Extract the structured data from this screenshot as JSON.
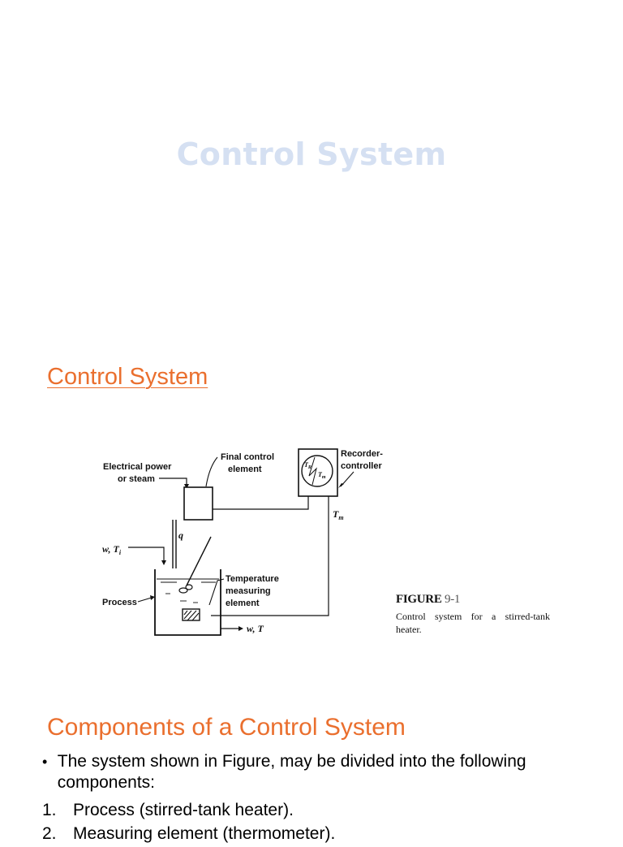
{
  "slide1": {
    "title": "Control System"
  },
  "slide2": {
    "title": "Control System",
    "diagram": {
      "power_label_line1": "Electrical power",
      "power_label_line2": "or steam",
      "final_label_line1": "Final control",
      "final_label_line2": "element",
      "recorder_label_line1": "Recorder-",
      "recorder_label_line2": "controller",
      "inlet_symbol": "w, T",
      "inlet_sub": "i",
      "q_symbol": "q",
      "process_label": "Process",
      "temp_label_line1": "Temperature",
      "temp_label_line2": "measuring",
      "temp_label_line3": "element",
      "outlet_symbol": "w, T",
      "tm_symbol": "T",
      "tm_sub": "m",
      "dial_tr": "T",
      "dial_tr_sub": "R",
      "dial_tm": "T",
      "dial_tm_sub": "m"
    },
    "caption": {
      "label": "FIGURE",
      "number": "9-1",
      "text": "Control system for a stirred-tank heater."
    }
  },
  "slide3": {
    "title": "Components of a Control System",
    "bullet": "The system shown in Figure, may be divided into the following components:",
    "items": [
      {
        "num": "1.",
        "text": "Process (stirred-tank heater)."
      },
      {
        "num": "2.",
        "text": "Measuring element (thermometer)."
      }
    ]
  }
}
